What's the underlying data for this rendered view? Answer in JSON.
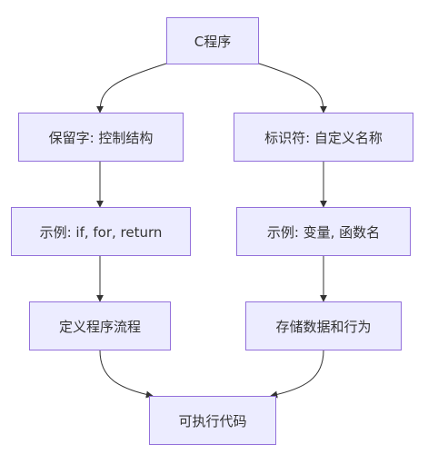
{
  "nodes": {
    "c_program": "C程序",
    "reserved_words": "保留字: 控制结构",
    "identifiers": "标识符: 自定义名称",
    "reserved_example": "示例: if, for, return",
    "identifier_example": "示例: 变量, 函数名",
    "define_flow": "定义程序流程",
    "store_data": "存储数据和行为",
    "executable_code": "可执行代码"
  },
  "edges": [
    {
      "from": "c_program",
      "to": "reserved_words"
    },
    {
      "from": "c_program",
      "to": "identifiers"
    },
    {
      "from": "reserved_words",
      "to": "reserved_example"
    },
    {
      "from": "identifiers",
      "to": "identifier_example"
    },
    {
      "from": "reserved_example",
      "to": "define_flow"
    },
    {
      "from": "identifier_example",
      "to": "store_data"
    },
    {
      "from": "define_flow",
      "to": "executable_code"
    },
    {
      "from": "store_data",
      "to": "executable_code"
    }
  ],
  "colors": {
    "node_fill": "#ECECFF",
    "node_border": "#9370DB",
    "edge": "#333333",
    "text": "#333333"
  }
}
